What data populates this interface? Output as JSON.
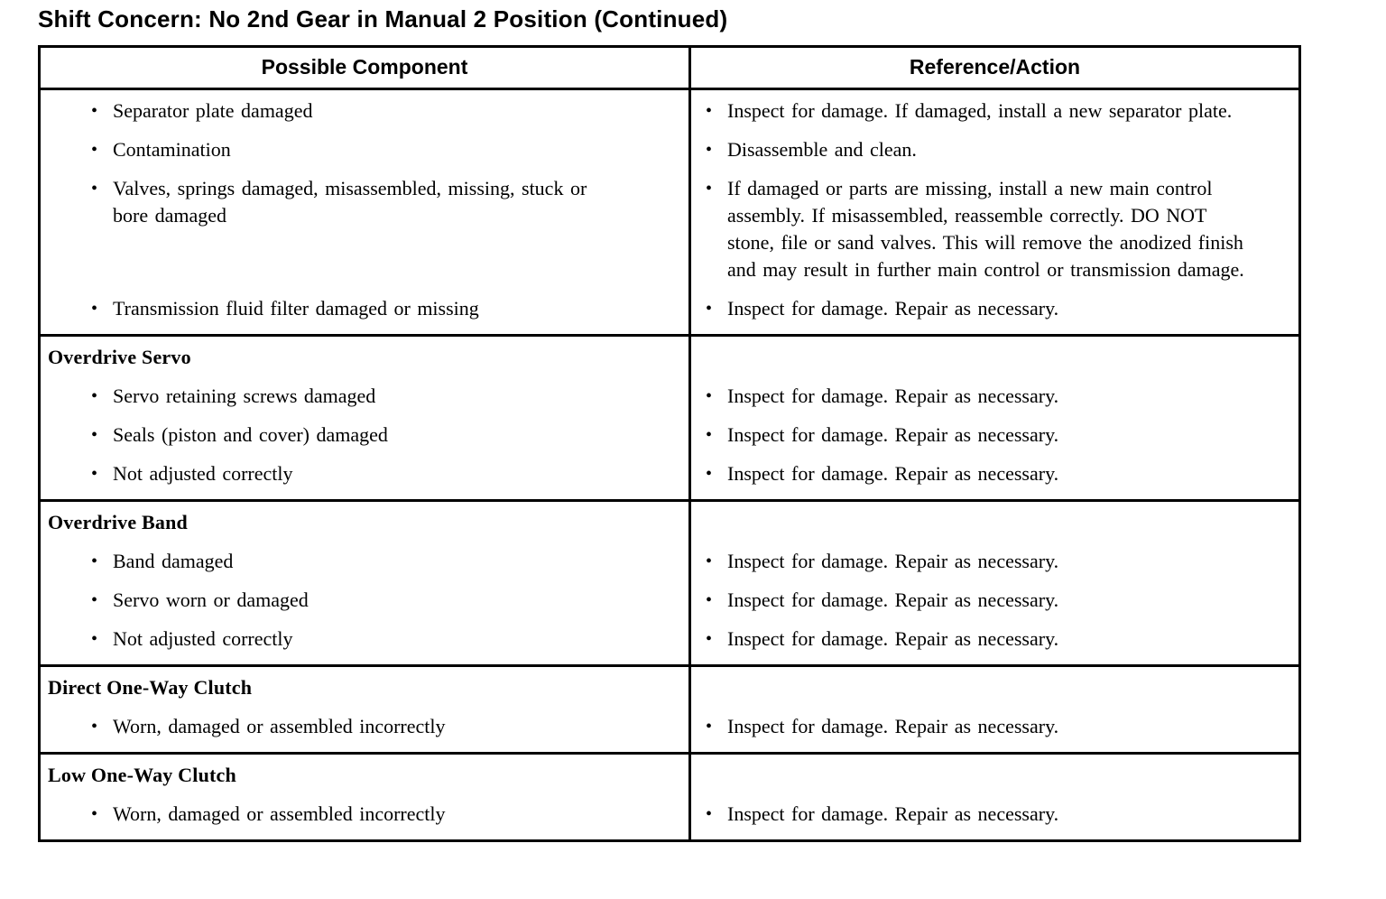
{
  "title": "Shift Concern: No 2nd Gear in Manual 2 Position (Continued)",
  "bullet_icon": "•",
  "table": {
    "columns": [
      "Possible Component",
      "Reference/Action"
    ],
    "sections": [
      {
        "heading": "",
        "items": [
          {
            "component": "Separator plate damaged",
            "action": "Inspect for damage. If damaged, install a new separator plate."
          },
          {
            "component": "Contamination",
            "action": "Disassemble and clean."
          },
          {
            "component": "Valves, springs damaged, misassembled, missing, stuck or bore damaged",
            "action": "If damaged or parts are missing, install a new main control assembly. If misassembled, reassemble correctly. DO NOT stone, file or sand valves. This will remove the anodized finish and may result in further main control or transmission damage."
          },
          {
            "component": "Transmission fluid filter damaged or missing",
            "action": "Inspect for damage. Repair as necessary."
          }
        ]
      },
      {
        "heading": "Overdrive Servo",
        "items": [
          {
            "component": "Servo retaining screws damaged",
            "action": "Inspect for damage. Repair as necessary."
          },
          {
            "component": "Seals (piston and cover) damaged",
            "action": "Inspect for damage. Repair as necessary."
          },
          {
            "component": "Not adjusted correctly",
            "action": "Inspect for damage. Repair as necessary."
          }
        ]
      },
      {
        "heading": "Overdrive Band",
        "items": [
          {
            "component": "Band damaged",
            "action": "Inspect for damage. Repair as necessary."
          },
          {
            "component": "Servo worn or damaged",
            "action": "Inspect for damage. Repair as necessary."
          },
          {
            "component": "Not adjusted correctly",
            "action": "Inspect for damage. Repair as necessary."
          }
        ]
      },
      {
        "heading": "Direct One-Way Clutch",
        "items": [
          {
            "component": "Worn, damaged or assembled incorrectly",
            "action": "Inspect for damage. Repair as necessary."
          }
        ]
      },
      {
        "heading": "Low One-Way Clutch",
        "items": [
          {
            "component": "Worn, damaged or assembled incorrectly",
            "action": "Inspect for damage. Repair as necessary."
          }
        ]
      }
    ]
  }
}
